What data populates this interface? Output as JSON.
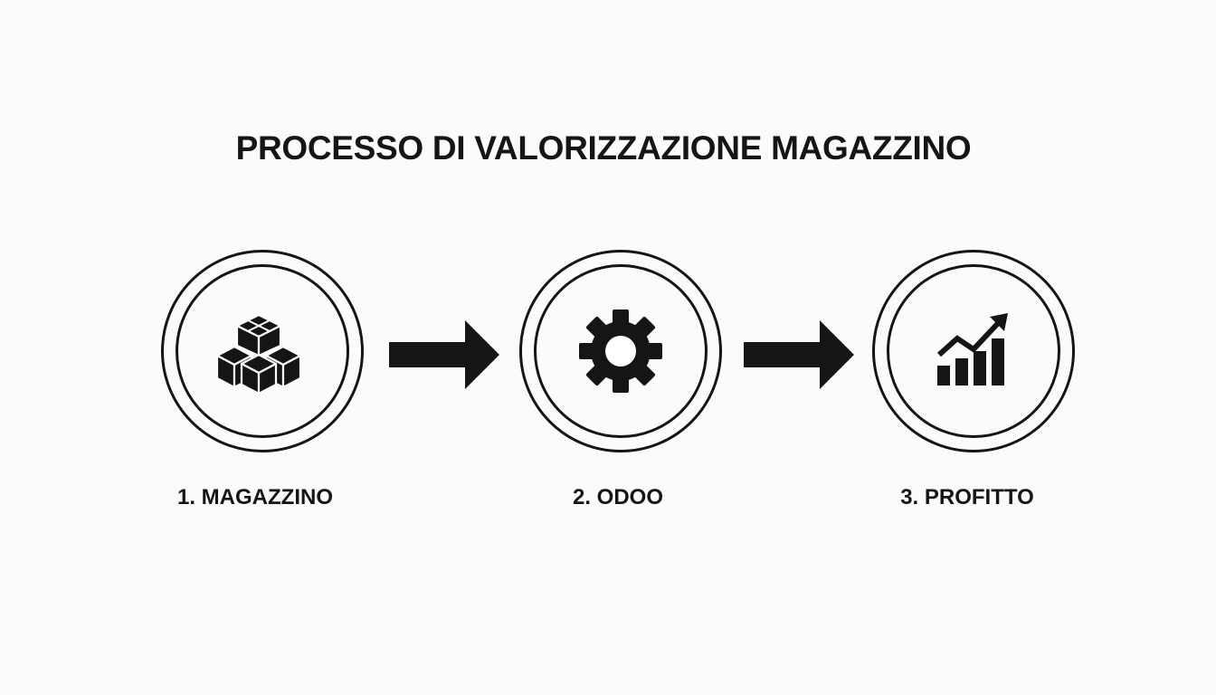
{
  "title": "PROCESSO DI VALORIZZAZIONE MAGAZZINO",
  "steps": [
    {
      "label": "1. MAGAZZINO",
      "icon": "boxes-icon"
    },
    {
      "label": "2. ODOO",
      "icon": "gear-icon"
    },
    {
      "label": "3. PROFITTO",
      "icon": "chart-growth-icon"
    }
  ],
  "colors": {
    "background": "#fbfbfb",
    "ink": "#151515"
  }
}
